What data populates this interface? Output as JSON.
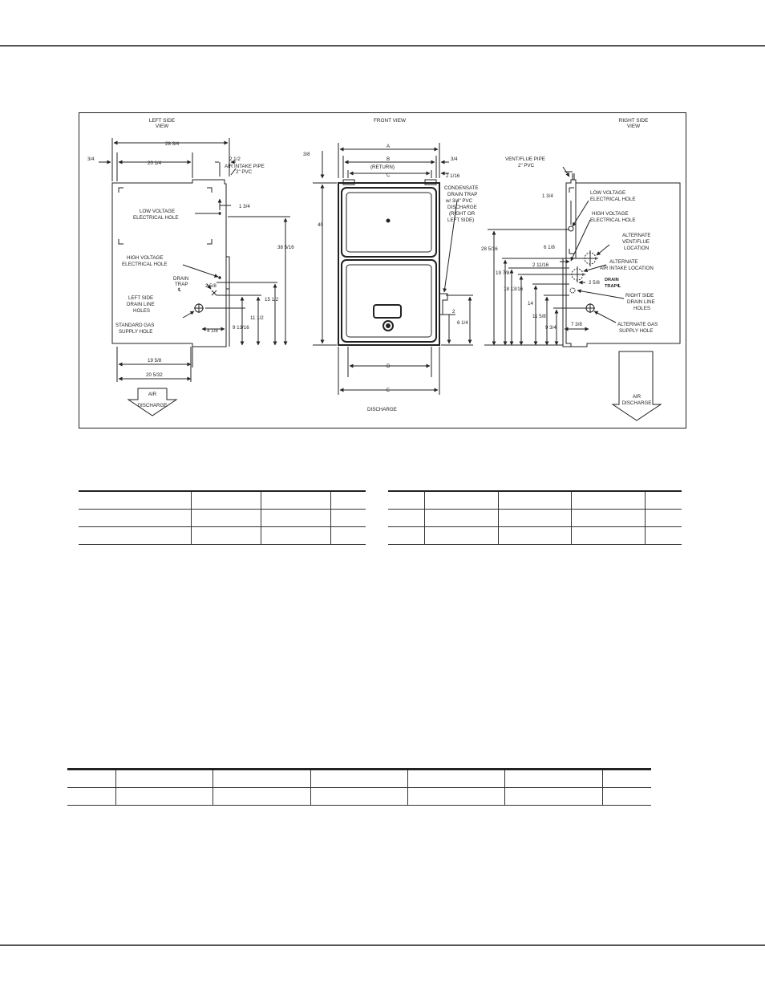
{
  "labels": {
    "left_title_1": "LEFT SIDE",
    "left_title_2": "VIEW",
    "front_title": "FRONT VIEW",
    "right_title_1": "RIGHT SIDE",
    "right_title_2": "VIEW",
    "dim_3_4_left": "3/4",
    "dim_28_3_4": "28 3/4",
    "dim_20_1_4": "20 1/4",
    "dim_2_1_2": "2 1/2",
    "air_intake_1": "AIR INTAKE PIPE",
    "air_intake_2": "2\" PVC",
    "low_v_1": "LOW VOLTAGE",
    "low_v_2": "ELECTRICAL HOLE",
    "dim_1_3_4": "1 3/4",
    "dim_38_5_16": "38 5/16",
    "high_v_1": "HIGH VOLTAGE",
    "high_v_2": "ELECTRICAL HOLE",
    "drain_1": "DRAIN",
    "drain_2": "TRAP",
    "drain_3": "℄",
    "dim_2_5_8": "2 5/8",
    "left_drain_1": "LEFT SIDE",
    "left_drain_2": "DRAIN LINE",
    "left_drain_3": "HOLES",
    "dim_15_1_2": "15 1/2",
    "dim_11_1_2": "11 1/2",
    "std_gas_1": "STANDARD GAS",
    "std_gas_2": "SUPPLY HOLE",
    "dim_4_1_8": "4 1/8",
    "dim_9_13_16": "9 13/16",
    "dim_19_5_8": "19 5/8",
    "dim_20_5_32": "20 5/32",
    "air_dis_1": "AIR",
    "air_dis_2": "DISCHARGE",
    "dim_3_8": "3/8",
    "dim_A": "A",
    "dim_B": "B",
    "return": "(RETURN)",
    "dim_C": "C",
    "dim_3_4_right": "3/4",
    "dim_2_1_16": "2 1/16",
    "dim_40": "40",
    "cond_1": "CONDENSATE",
    "cond_2": "DRAIN TRAP",
    "cond_3": "w/ 3/4\" PVC",
    "cond_4": "DISCHARGE",
    "cond_5": "(RIGHT OR",
    "cond_6": "LEFT SIDE)",
    "dim_2": "2",
    "dim_6_1_4": "6 1/4",
    "dim_D": "D",
    "dim_E": "E",
    "discharge": "DISCHARGE",
    "vent_1": "VENT/FLUE PIPE",
    "vent_2": "2\" PVC",
    "r_dim_1_3_4": "1 3/4",
    "r_low_v_1": "LOW VOLTAGE",
    "r_low_v_2": "ELECTRICAL HOLE",
    "r_high_v_1": "HIGH VOLTAGE",
    "r_high_v_2": "ELECTRICAL HOLE",
    "alt_vent_1": "ALTERNATE",
    "alt_vent_2": "VENT/FLUE",
    "alt_vent_3": "LOCATION",
    "dim_28_5_16": "28 5/16",
    "dim_6_1_8": "6 1/8",
    "dim_2_11_16": "2 11/16",
    "alt_air_1": "ALTERNATE",
    "alt_air_2": "AIR INTAKE LOCATION",
    "dim_19_7_8": "19 7/8",
    "dim_18_13_16": "18 13/16",
    "r_dim_2_5_8": "2 5/8",
    "r_drain_1": "DRAIN",
    "r_drain_2": "TRAP℄",
    "r_side_1": "RIGHT SIDE",
    "r_side_2": "DRAIN LINE",
    "r_side_3": "HOLES",
    "dim_14": "14",
    "dim_11_5_8": "11 5/8",
    "dim_9_3_4": "9 3/4",
    "dim_7_3_8": "7 3/8",
    "alt_gas_1": "ALTERNATE GAS",
    "alt_gas_2": "SUPPLY HOLE",
    "r_air_dis_1": "AIR",
    "r_air_dis_2": "DISCHARGE"
  }
}
